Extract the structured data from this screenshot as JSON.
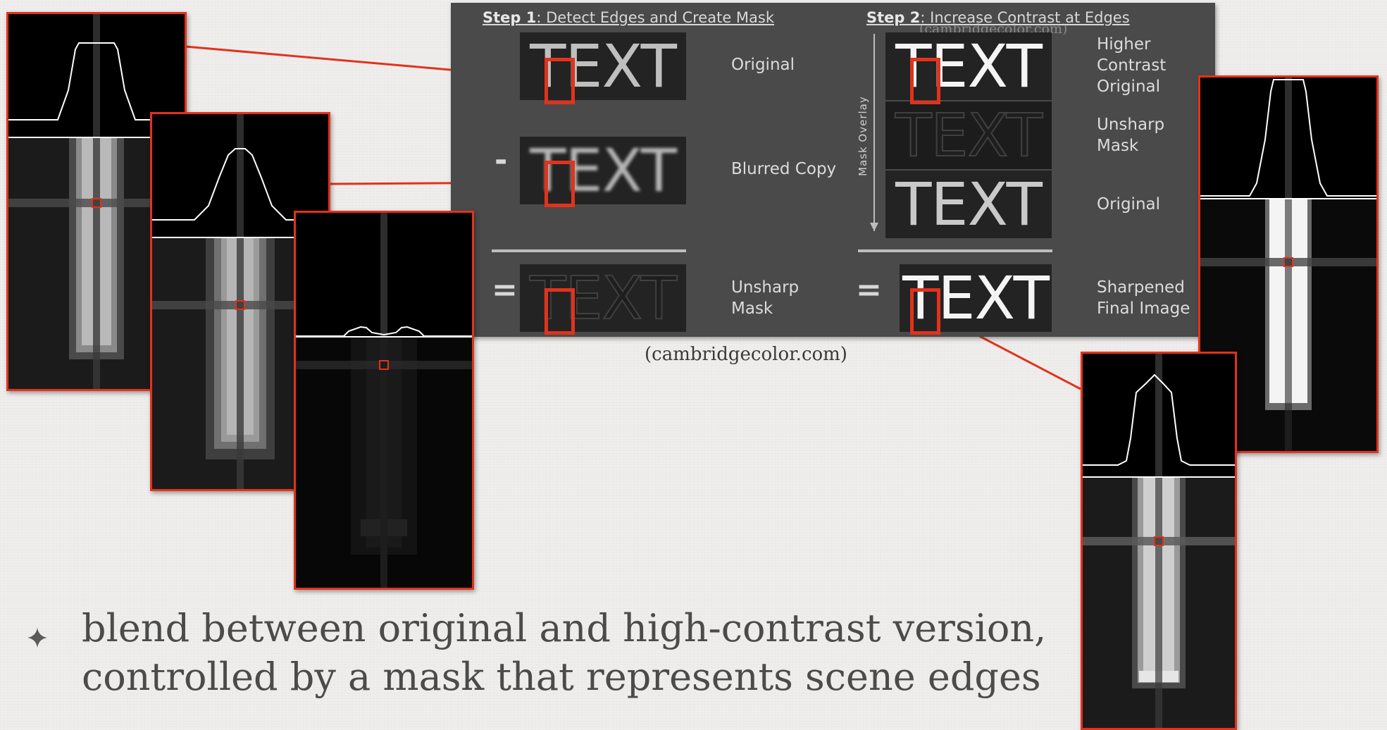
{
  "diagram": {
    "step1": {
      "prefix": "Step 1",
      "rest": ": Detect Edges and Create Mask"
    },
    "step2": {
      "prefix": "Step 2",
      "rest": ": Increase Contrast at Edges"
    },
    "step2_watermark": "(cambridgecolor.com)",
    "word": "TEXT",
    "minus": "-",
    "equals": "=",
    "labels": {
      "original": "Original",
      "blurred": "Blurred Copy",
      "unsharp_mask": "Unsharp\nMask",
      "higher_contrast": "Higher\nContrast\nOriginal",
      "unsharp_mask_right": "Unsharp\nMask",
      "original_right": "Original",
      "sharpened": "Sharpened\nFinal Image"
    },
    "mask_overlay": "Mask Overlay"
  },
  "credit": "(cambridgecolor.com)",
  "bullet": {
    "icon": "four-point-star-icon",
    "line1": "blend between original and high-contrast version,",
    "line2": "controlled by a mask that represents scene edges"
  },
  "colors": {
    "highlight_red": "#e2321c",
    "diagram_bg": "#4a4a4a"
  }
}
